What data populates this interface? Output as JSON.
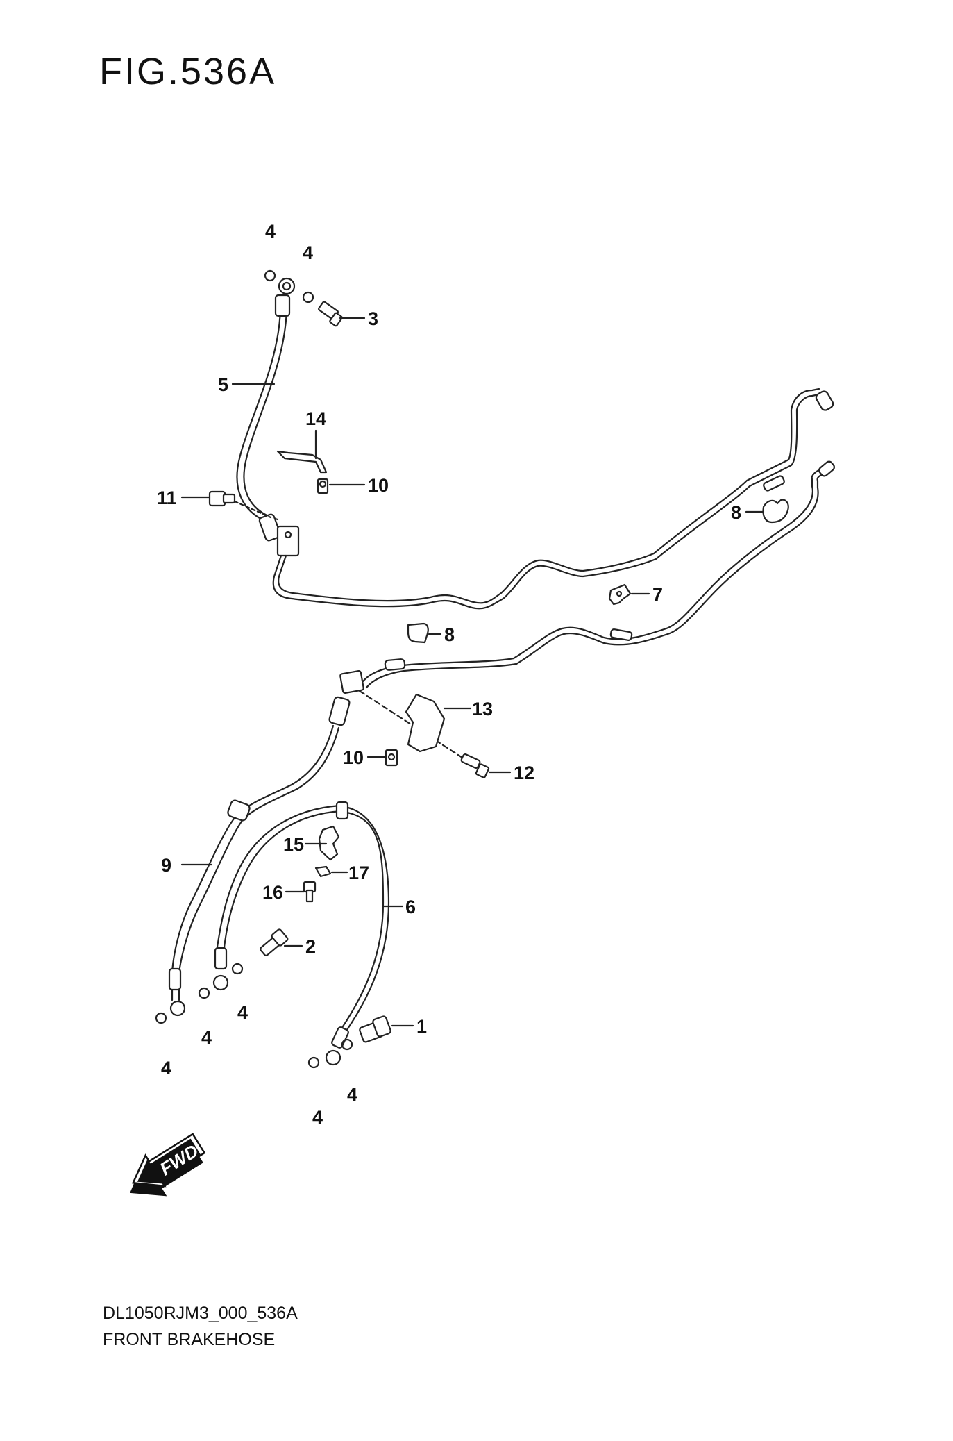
{
  "figure": {
    "title": "FIG.536A",
    "code": "DL1050RJM3_000_536A",
    "name": "FRONT BRAKEHOSE"
  },
  "direction_marker": {
    "label": "FWD",
    "icon": "forward-arrow-icon"
  },
  "callouts": [
    {
      "id": "c1",
      "label": "4"
    },
    {
      "id": "c2",
      "label": "4"
    },
    {
      "id": "c3",
      "label": "3"
    },
    {
      "id": "c4",
      "label": "5"
    },
    {
      "id": "c5",
      "label": "14"
    },
    {
      "id": "c6",
      "label": "10"
    },
    {
      "id": "c7",
      "label": "11"
    },
    {
      "id": "c8",
      "label": "8"
    },
    {
      "id": "c9",
      "label": "7"
    },
    {
      "id": "c10",
      "label": "8"
    },
    {
      "id": "c11",
      "label": "13"
    },
    {
      "id": "c12",
      "label": "10"
    },
    {
      "id": "c13",
      "label": "12"
    },
    {
      "id": "c14",
      "label": "15"
    },
    {
      "id": "c15",
      "label": "17"
    },
    {
      "id": "c16",
      "label": "9"
    },
    {
      "id": "c17",
      "label": "16"
    },
    {
      "id": "c18",
      "label": "6"
    },
    {
      "id": "c19",
      "label": "2"
    },
    {
      "id": "c20",
      "label": "4"
    },
    {
      "id": "c21",
      "label": "4"
    },
    {
      "id": "c22",
      "label": "1"
    },
    {
      "id": "c23",
      "label": "4"
    },
    {
      "id": "c24",
      "label": "4"
    },
    {
      "id": "c25",
      "label": "4"
    }
  ]
}
